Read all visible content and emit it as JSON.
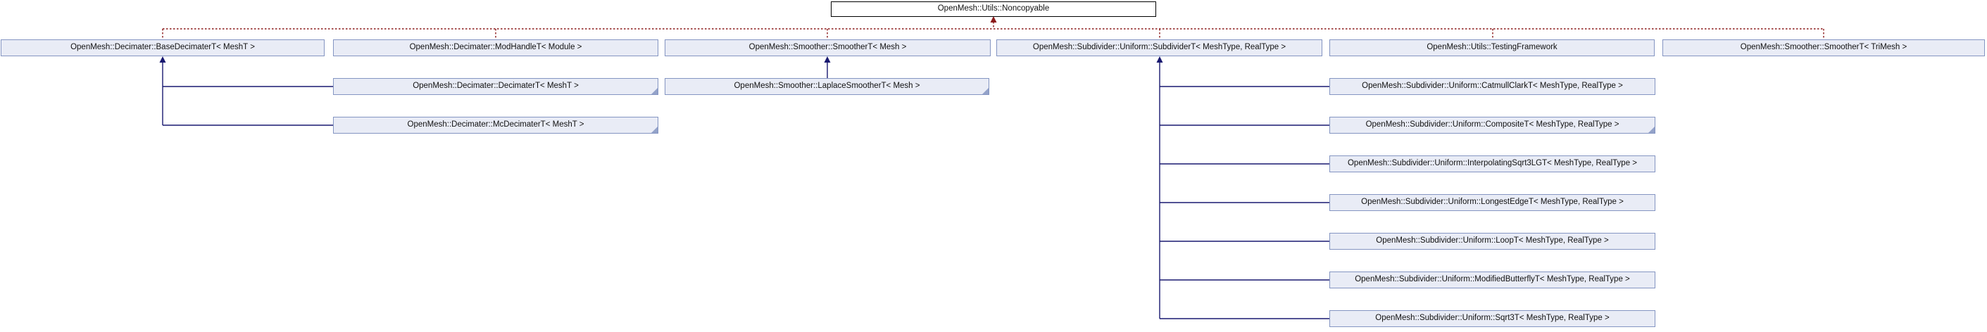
{
  "diagram": {
    "kind": "doxygen-inheritance-graph",
    "root_class": "OpenMesh::Utils::Noncopyable"
  },
  "colors": {
    "node_fill": "#e9ecf6",
    "node_border": "#8495c2",
    "root_fill": "#ffffff",
    "root_border": "#000000",
    "inherit_edge": "#191970",
    "private_edge": "#8b1a1a",
    "text_color": "#111111",
    "fold_color": "#93a2c9",
    "page_bg": "#ffffff"
  },
  "nodes": {
    "noncopyable": {
      "label": "OpenMesh::Utils::Noncopyable"
    },
    "base_decimater": {
      "label": "OpenMesh::Decimater::BaseDecimaterT< MeshT >"
    },
    "mod_handle": {
      "label": "OpenMesh::Decimater::ModHandleT< Module >"
    },
    "smoother_mesh": {
      "label": "OpenMesh::Smoother::SmootherT< Mesh >"
    },
    "subdivider": {
      "label": "OpenMesh::Subdivider::Uniform::SubdividerT< MeshType, RealType >"
    },
    "testing_framework": {
      "label": "OpenMesh::Utils::TestingFramework"
    },
    "smoother_trimesh": {
      "label": "OpenMesh::Smoother::SmootherT< TriMesh >"
    },
    "decimater": {
      "label": "OpenMesh::Decimater::DecimaterT< MeshT >"
    },
    "laplace_smoother": {
      "label": "OpenMesh::Smoother::LaplaceSmootherT< Mesh >"
    },
    "catmull_clark": {
      "label": "OpenMesh::Subdivider::Uniform::CatmullClarkT< MeshType, RealType >"
    },
    "mc_decimater": {
      "label": "OpenMesh::Decimater::McDecimaterT< MeshT >"
    },
    "composite": {
      "label": "OpenMesh::Subdivider::Uniform::CompositeT< MeshType, RealType >"
    },
    "interpolating_sqrt3lg": {
      "label": "OpenMesh::Subdivider::Uniform::InterpolatingSqrt3LGT< MeshType, RealType >"
    },
    "longest_edge": {
      "label": "OpenMesh::Subdivider::Uniform::LongestEdgeT< MeshType, RealType >"
    },
    "loop": {
      "label": "OpenMesh::Subdivider::Uniform::LoopT< MeshType, RealType >"
    },
    "modified_butterfly": {
      "label": "OpenMesh::Subdivider::Uniform::ModifiedButterflyT< MeshType, RealType >"
    },
    "sqrt3": {
      "label": "OpenMesh::Subdivider::Uniform::Sqrt3T< MeshType, RealType >"
    }
  },
  "edges": [
    {
      "from": "noncopyable",
      "to": "base_decimater",
      "type": "private"
    },
    {
      "from": "noncopyable",
      "to": "mod_handle",
      "type": "private"
    },
    {
      "from": "noncopyable",
      "to": "smoother_mesh",
      "type": "private"
    },
    {
      "from": "noncopyable",
      "to": "subdivider",
      "type": "private"
    },
    {
      "from": "noncopyable",
      "to": "testing_framework",
      "type": "private"
    },
    {
      "from": "noncopyable",
      "to": "smoother_trimesh",
      "type": "private"
    },
    {
      "from": "base_decimater",
      "to": "decimater",
      "type": "public"
    },
    {
      "from": "base_decimater",
      "to": "mc_decimater",
      "type": "public"
    },
    {
      "from": "smoother_mesh",
      "to": "laplace_smoother",
      "type": "public"
    },
    {
      "from": "subdivider",
      "to": "catmull_clark",
      "type": "public"
    },
    {
      "from": "subdivider",
      "to": "composite",
      "type": "public"
    },
    {
      "from": "subdivider",
      "to": "interpolating_sqrt3lg",
      "type": "public"
    },
    {
      "from": "subdivider",
      "to": "longest_edge",
      "type": "public"
    },
    {
      "from": "subdivider",
      "to": "loop",
      "type": "public"
    },
    {
      "from": "subdivider",
      "to": "modified_butterfly",
      "type": "public"
    },
    {
      "from": "subdivider",
      "to": "sqrt3",
      "type": "public"
    }
  ]
}
